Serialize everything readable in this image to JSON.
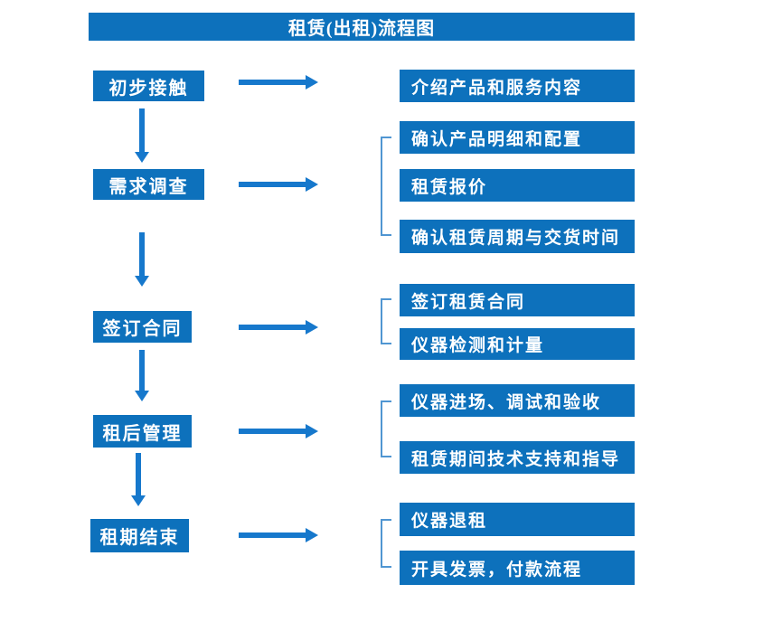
{
  "title": "租赁(出租)流程图",
  "colors": {
    "box_blue": "#0D71BC",
    "arrow_blue": "#1678CC",
    "bracket_blue": "#5096D2",
    "text_white": "#FFFFFF",
    "background": "#FFFFFF"
  },
  "icons": {
    "arrow_right": "→",
    "arrow_down": "↓",
    "bracket": "["
  },
  "steps": [
    {
      "label": "初步接触",
      "outputs": [
        "介绍产品和服务内容"
      ]
    },
    {
      "label": "需求调查",
      "outputs": [
        "确认产品明细和配置",
        "租赁报价",
        "确认租赁周期与交货时间"
      ]
    },
    {
      "label": "签订合同",
      "outputs": [
        "签订租赁合同",
        "仪器检测和计量"
      ]
    },
    {
      "label": "租后管理",
      "outputs": [
        "仪器进场、调试和验收",
        "租赁期间技术支持和指导"
      ]
    },
    {
      "label": "租期结束",
      "outputs": [
        "仪器退租",
        "开具发票，付款流程"
      ]
    }
  ]
}
